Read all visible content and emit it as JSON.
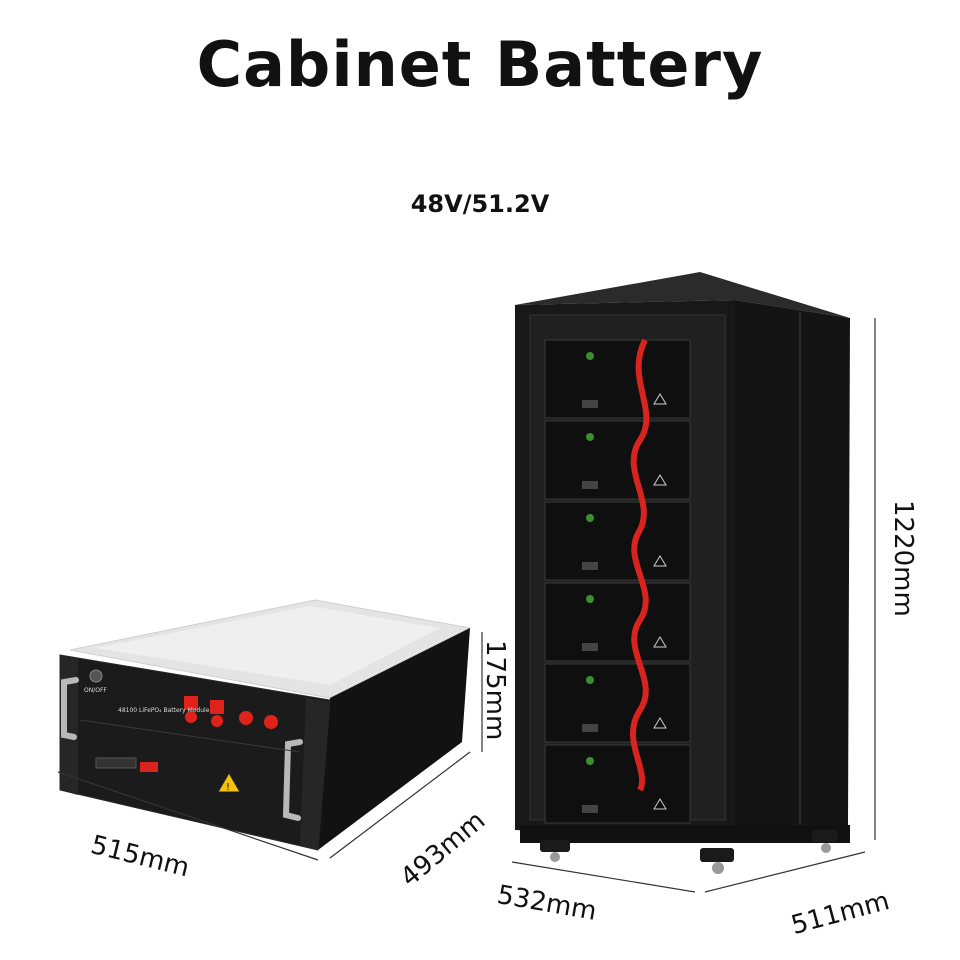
{
  "title": "Cabinet Battery",
  "voltage": "48V/51.2V",
  "module": {
    "switch_label": "ON/OFF",
    "name_label": "48100 LiFePO₄ Battery Module",
    "dim_width": "515mm",
    "dim_depth": "493mm",
    "dim_height": "175mm"
  },
  "cabinet": {
    "dim_width": "532mm",
    "dim_depth": "511mm",
    "dim_height": "1220mm",
    "module_count": 6
  },
  "colors": {
    "cabinet": "#1a1a1a",
    "cable": "#d8241e",
    "terminal": "#e0221c",
    "warning": "#f4c10f"
  }
}
